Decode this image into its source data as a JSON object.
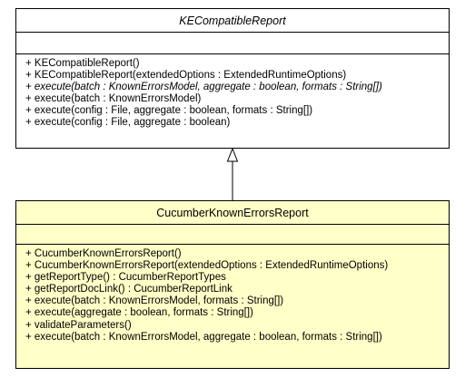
{
  "parent_class": {
    "name": "KECompatibleReport",
    "name_italic": true,
    "operations": [
      {
        "text": "+ KECompatibleReport()",
        "abstract": false
      },
      {
        "text": "+ KECompatibleReport(extendedOptions : ExtendedRuntimeOptions)",
        "abstract": false
      },
      {
        "text": "+ execute(batch : KnownErrorsModel, aggregate : boolean, formats : String[])",
        "abstract": true
      },
      {
        "text": "+ execute(batch : KnownErrorsModel)",
        "abstract": false
      },
      {
        "text": "+ execute(config : File, aggregate : boolean, formats : String[])",
        "abstract": false
      },
      {
        "text": "+ execute(config : File, aggregate : boolean)",
        "abstract": false
      }
    ]
  },
  "child_class": {
    "name": "CucumberKnownErrorsReport",
    "fill_color": "#ffffc8",
    "operations": [
      {
        "text": "+ CucumberKnownErrorsReport()",
        "abstract": false
      },
      {
        "text": "+ CucumberKnownErrorsReport(extendedOptions : ExtendedRuntimeOptions)",
        "abstract": false
      },
      {
        "text": "+ getReportType() : CucumberReportTypes",
        "abstract": false
      },
      {
        "text": "+ getReportDocLink() : CucumberReportLink",
        "abstract": false
      },
      {
        "text": "+ execute(batch : KnownErrorsModel, formats : String[])",
        "abstract": false
      },
      {
        "text": "+ execute(aggregate : boolean, formats : String[])",
        "abstract": false
      },
      {
        "text": "+ validateParameters()",
        "abstract": false
      },
      {
        "text": "+ execute(batch : KnownErrorsModel, aggregate : boolean, formats : String[])",
        "abstract": false
      }
    ]
  },
  "relationship": {
    "type": "generalization",
    "from": "CucumberKnownErrorsReport",
    "to": "KECompatibleReport"
  }
}
